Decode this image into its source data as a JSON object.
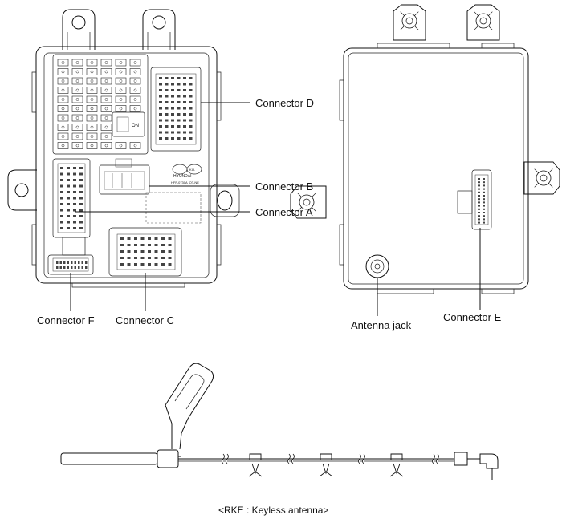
{
  "labels": {
    "connector_d": "Connector D",
    "connector_b": "Connector B",
    "connector_a": "Connector A",
    "connector_f": "Connector F",
    "connector_c": "Connector C",
    "antenna_jack": "Antenna jack",
    "connector_e": "Connector E"
  },
  "unit_markings": {
    "brand": "HYUNDAI",
    "logo": "KIA",
    "part_no": "HFF-0730A  IOT-NE"
  },
  "caption": "<RKE : Keyless antenna>"
}
